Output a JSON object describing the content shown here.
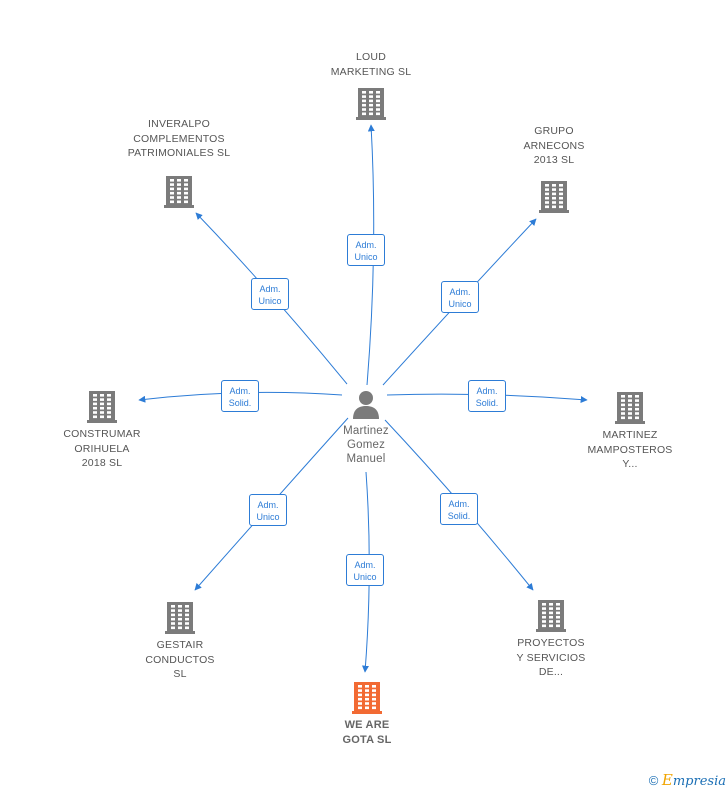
{
  "center": {
    "name": "Martinez\nGomez\nManuel",
    "icon": "person-icon"
  },
  "companies": [
    {
      "id": "loud",
      "name": "LOUD\nMARKETING SL",
      "role": "Adm.\nUnico",
      "icon": "building-icon"
    },
    {
      "id": "grupo",
      "name": "GRUPO\nARNECONS\n2013 SL",
      "role": "Adm.\nUnico",
      "icon": "building-icon"
    },
    {
      "id": "mamposteros",
      "name": "MARTINEZ\nMAMPOSTEROS\nY...",
      "role": "Adm.\nSolid.",
      "icon": "building-icon"
    },
    {
      "id": "proyectos",
      "name": "PROYECTOS\nY SERVICIOS\nDE...",
      "role": "Adm.\nSolid.",
      "icon": "building-icon"
    },
    {
      "id": "wearegota",
      "name": "WE ARE\nGOTA SL",
      "role": "Adm.\nUnico",
      "icon": "building-icon",
      "highlight": true
    },
    {
      "id": "gestair",
      "name": "GESTAIR\nCONDUCTOS\nSL",
      "role": "Adm.\nUnico",
      "icon": "building-icon"
    },
    {
      "id": "construmar",
      "name": "CONSTRUMAR\nORIHUELA\n2018 SL",
      "role": "Adm.\nSolid.",
      "icon": "building-icon"
    },
    {
      "id": "inveralpo",
      "name": "INVERALPO\nCOMPLEMENTOS\nPATRIMONIALES SL",
      "role": "Adm.\nUnico",
      "icon": "building-icon"
    }
  ],
  "colors": {
    "edge": "#2d7cd6",
    "building": "#7b7b7b",
    "building_highlight": "#f26a33",
    "person": "#7b7b7b"
  },
  "footer": {
    "copyright": "©",
    "brand_first": "E",
    "brand_rest": "mpresia",
    "icon": "copyright-icon"
  }
}
